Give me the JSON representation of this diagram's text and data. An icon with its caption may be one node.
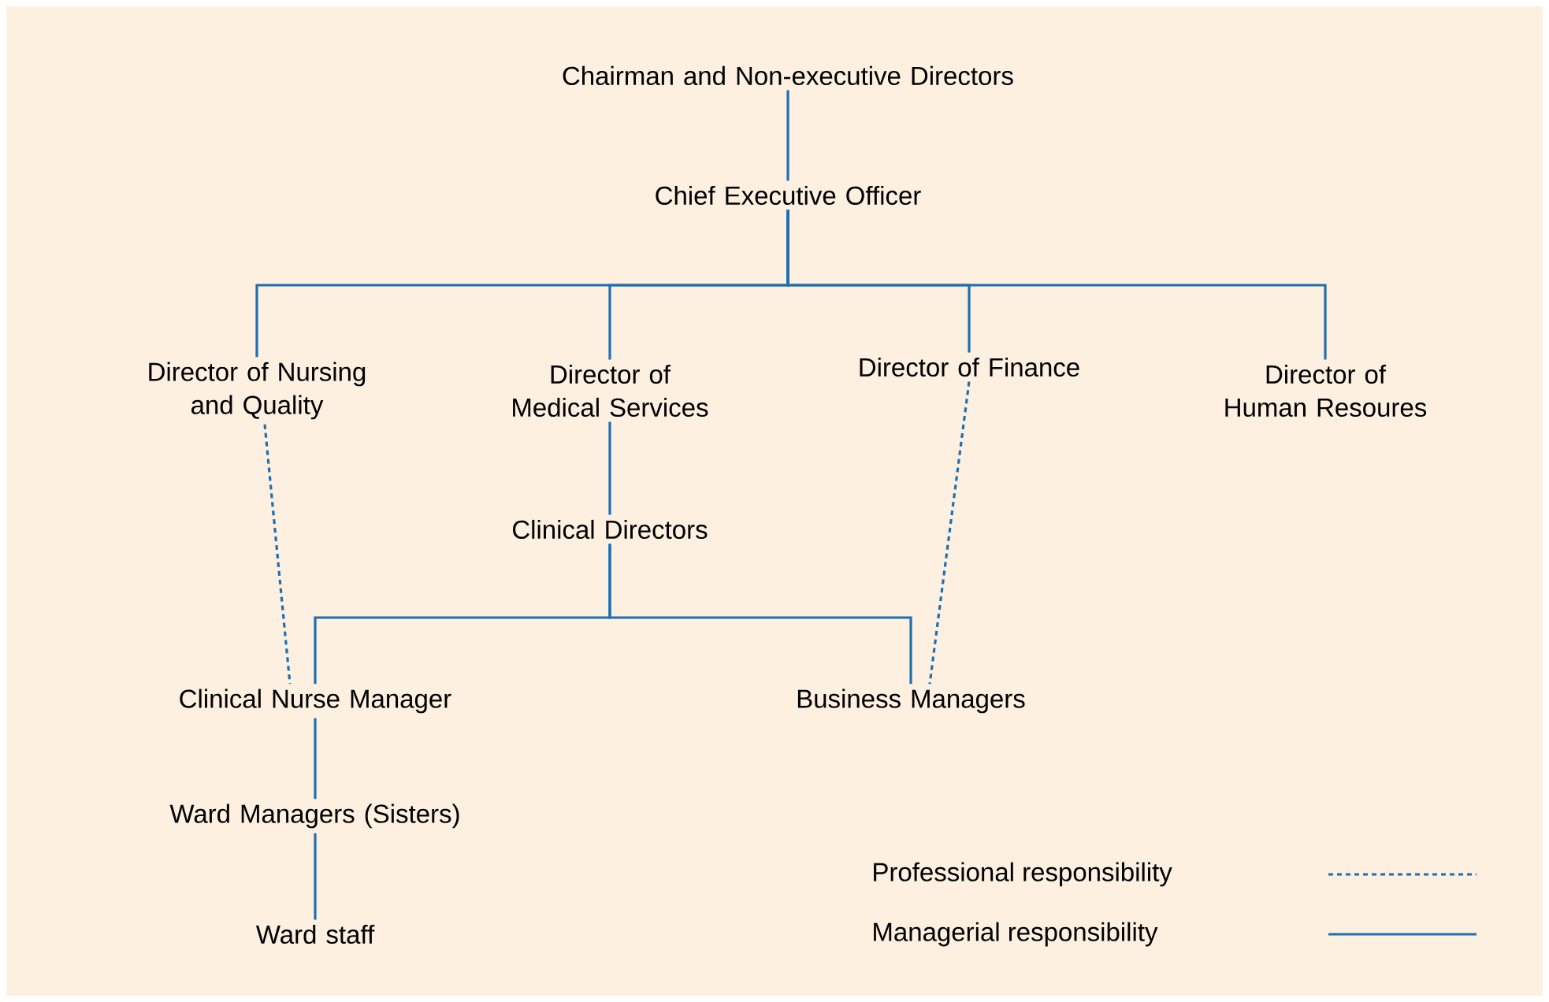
{
  "diagram": {
    "nodes": [
      {
        "text": [
          "Chairman and Non-executive Directors"
        ]
      },
      {
        "text": [
          "Chief Executive Officer"
        ]
      },
      {
        "text": [
          "Director of Nursing and Quality"
        ]
      },
      {
        "text": [
          "Director of Medical Services"
        ]
      },
      {
        "text": [
          "Director of Finance"
        ]
      },
      {
        "text": [
          "Director of Human Resoures"
        ]
      },
      {
        "text": [
          "Clinical Directors"
        ]
      },
      {
        "text": [
          "Clinical Nurse Manager"
        ]
      },
      {
        "text": [
          "Business Managers"
        ]
      },
      {
        "text": [
          "Ward Managers (Sisters)"
        ]
      },
      {
        "text": [
          "Ward staff"
        ]
      }
    ],
    "edges": [
      {
        "from": 0,
        "to": 1,
        "arrow": "none"
      },
      {
        "from": 1,
        "to": 2,
        "arrow": "none"
      },
      {
        "from": 1,
        "to": 3,
        "arrow": "none"
      },
      {
        "from": 1,
        "to": 4,
        "arrow": "none"
      },
      {
        "from": 1,
        "to": 5,
        "arrow": "none"
      },
      {
        "from": 3,
        "to": 6,
        "arrow": "none"
      },
      {
        "from": 6,
        "to": 7,
        "arrow": "none"
      },
      {
        "from": 6,
        "to": 8,
        "arrow": "none"
      },
      {
        "from": 2,
        "to": 7,
        "arrow": "none",
        "style": "dashed"
      },
      {
        "from": 4,
        "to": 8,
        "arrow": "none",
        "style": "dashed"
      },
      {
        "from": 7,
        "to": 9,
        "arrow": "none"
      },
      {
        "from": 9,
        "to": 10,
        "arrow": "none"
      }
    ],
    "legend": [
      {
        "text": "Professional responsibility"
      },
      {
        "text": "Managerial responsibility"
      }
    ]
  }
}
